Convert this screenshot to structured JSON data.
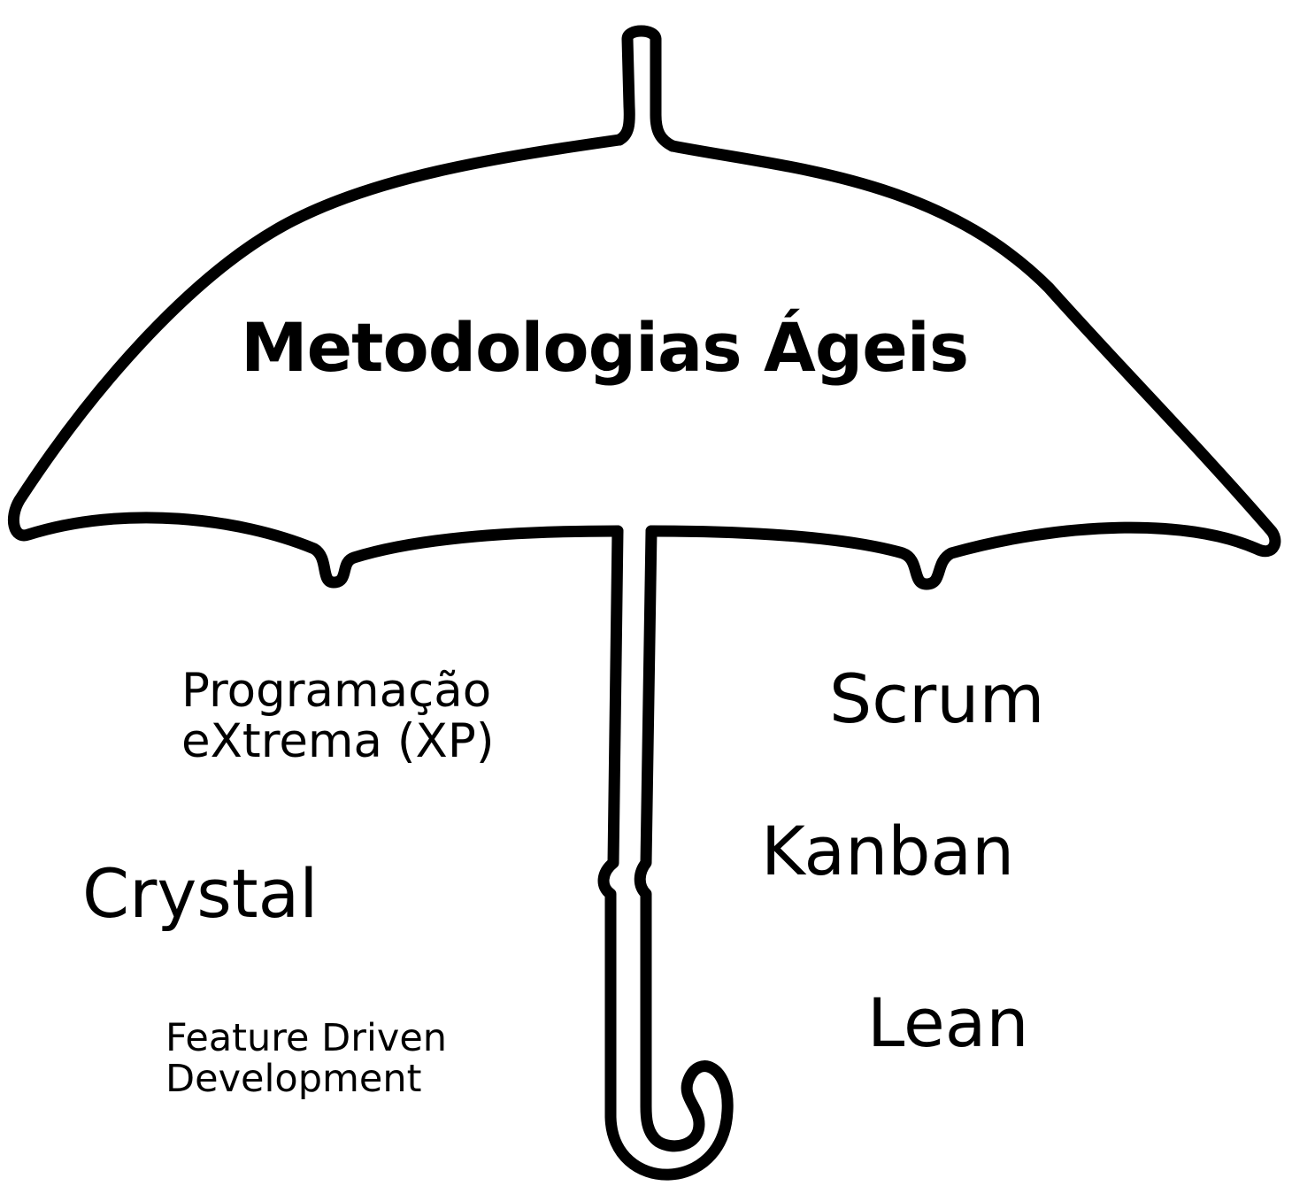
{
  "diagram": {
    "title": "Metodologias Ágeis",
    "left_methods": {
      "xp": [
        "Programação",
        "eXtrema (XP)"
      ],
      "crystal": "Crystal",
      "fdd": [
        "Feature Driven",
        "Development"
      ]
    },
    "right_methods": {
      "scrum": "Scrum",
      "kanban": "Kanban",
      "lean": "Lean"
    }
  },
  "colors": {
    "stroke": "#000000",
    "background": "#ffffff"
  }
}
